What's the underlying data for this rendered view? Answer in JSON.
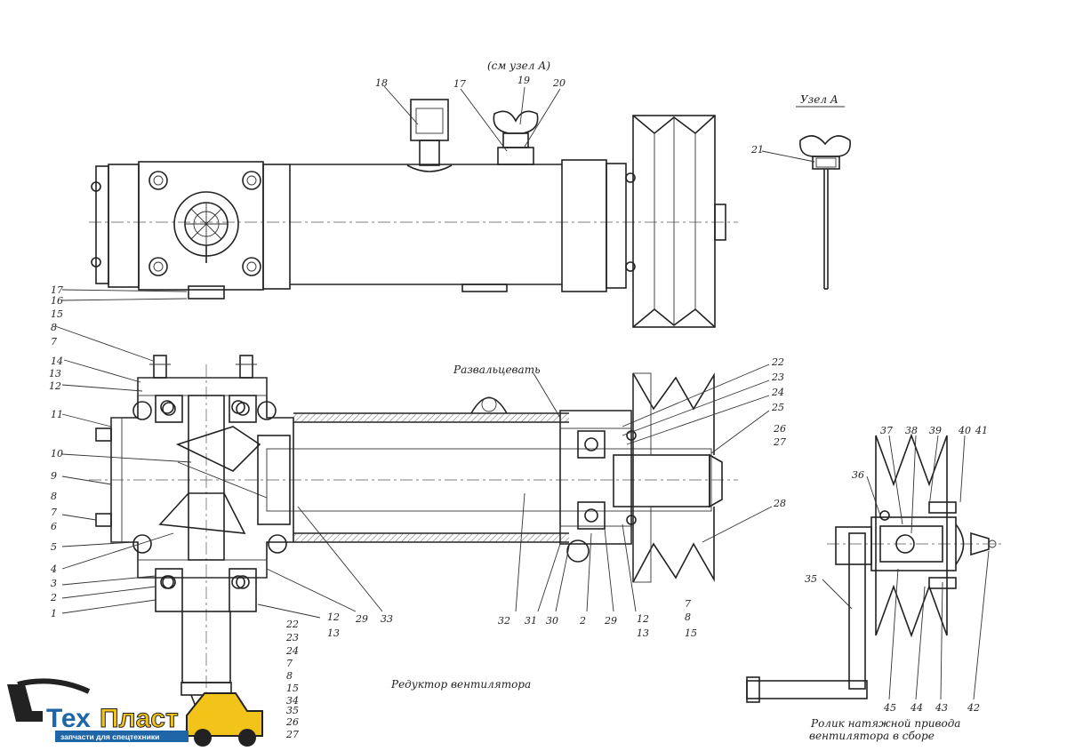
{
  "captions": {
    "see_node": "(см узел А)",
    "node_a": "Узел А",
    "flare": "Развальцевать",
    "reducer": "Редуктор вентилятора",
    "roller_1": "Ролик натяжной привода",
    "roller_2": "вентилятора в сборе"
  },
  "labels": {
    "l18": "18",
    "l17t": "17",
    "l19": "19",
    "l20": "20",
    "l21": "21",
    "l17a": "17",
    "l16a": "16",
    "l15a": "15",
    "l8a": "8",
    "l7a": "7",
    "l14": "14",
    "l13a": "13",
    "l12a": "12",
    "l11": "11",
    "l10": "10",
    "l9": "9",
    "l8b": "8",
    "l7b": "7",
    "l6": "6",
    "l5": "5",
    "l4": "4",
    "l3": "3",
    "l2a": "2",
    "l1": "1",
    "l22a": "22",
    "l23a": "23",
    "l24a": "24",
    "l25a": "25",
    "l26a": "26",
    "l27a": "27",
    "l28": "28",
    "l12b": "12",
    "l13b": "13",
    "l29a": "29",
    "l33": "33",
    "l22b": "22",
    "l23b": "23",
    "l24b": "24",
    "l7c": "7",
    "l8c": "8",
    "l15b": "15",
    "l34": "34",
    "l35b": "35",
    "l26b": "26",
    "l27b": "27",
    "l32": "32",
    "l31": "31",
    "l30": "30",
    "l2b": "2",
    "l29b": "29",
    "l12c": "12",
    "l13c": "13",
    "l7d": "7",
    "l8d": "8",
    "l15c": "15",
    "l36": "36",
    "l37": "37",
    "l38": "38",
    "l39": "39",
    "l40": "40",
    "l41": "41",
    "l35": "35",
    "l45": "45",
    "l44": "44",
    "l43": "43",
    "l42": "42"
  },
  "logo": {
    "brand_part1": "Тех",
    "brand_part2": "Пласт",
    "tagline": "запчасти для спецтехники",
    "colors": {
      "blue": "#1f66a8",
      "yellow": "#f2c318",
      "dark": "#222222"
    }
  }
}
